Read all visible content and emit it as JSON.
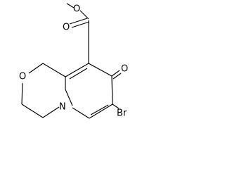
{
  "molecule": {
    "atoms": {
      "O_methoxy": "O",
      "O_carbonyl": "O",
      "O_ketone": "O",
      "O_ring": "O",
      "N_ring": "N",
      "Br": "Br"
    }
  },
  "colors": {
    "bond": "#000000",
    "label": "#000000",
    "background": "#ffffff"
  }
}
